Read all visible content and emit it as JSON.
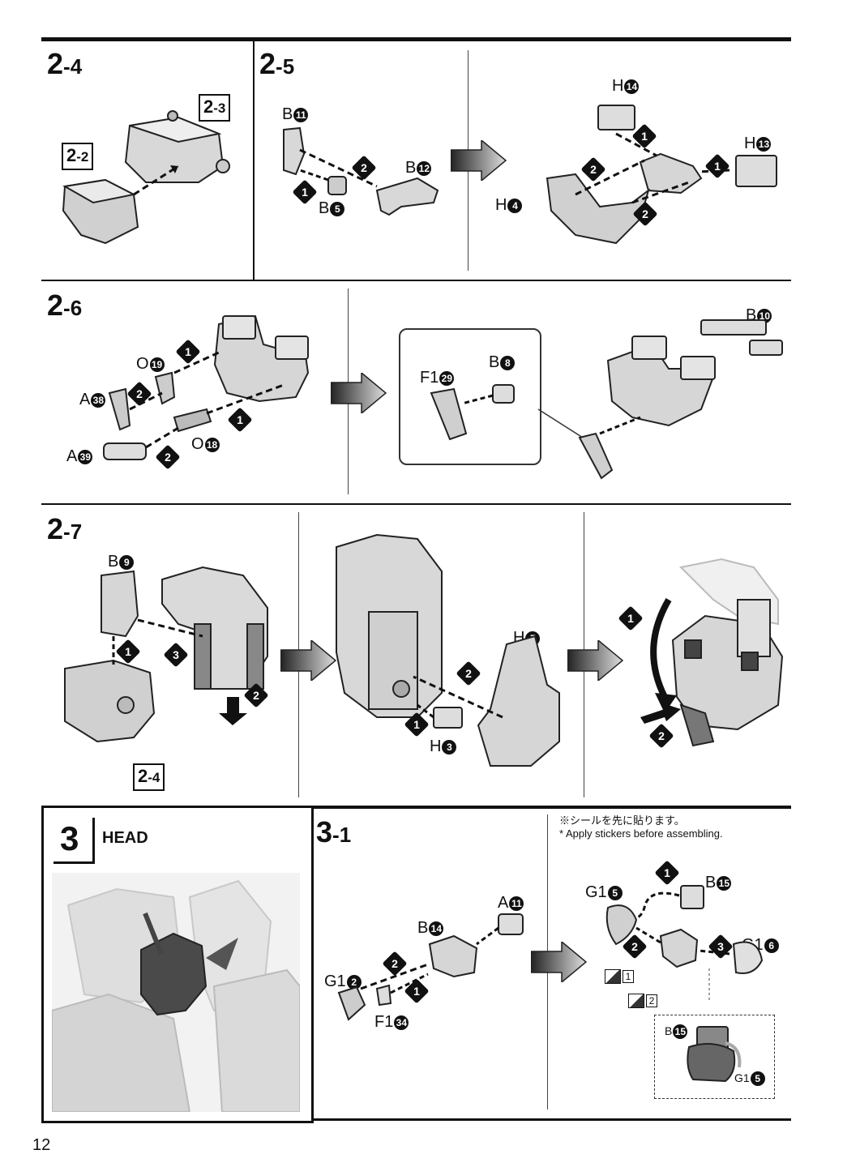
{
  "steps": {
    "s2_4": {
      "major": "2",
      "minor": "-4"
    },
    "s2_5": {
      "major": "2",
      "minor": "-5"
    },
    "s2_6": {
      "major": "2",
      "minor": "-6"
    },
    "s2_7": {
      "major": "2",
      "minor": "-7"
    },
    "s3": {
      "major": "3",
      "title": "HEAD"
    },
    "s3_1": {
      "major": "3",
      "minor": "-1"
    }
  },
  "refs": {
    "r2_3": {
      "major": "2",
      "minor": "-3"
    },
    "r2_2": {
      "major": "2",
      "minor": "-2"
    },
    "r2_4": {
      "major": "2",
      "minor": "-4"
    }
  },
  "parts": {
    "B11": {
      "letter": "B",
      "num": "11"
    },
    "B12": {
      "letter": "B",
      "num": "12"
    },
    "B5": {
      "letter": "B",
      "num": "5"
    },
    "H14": {
      "letter": "H",
      "num": "14"
    },
    "H13": {
      "letter": "H",
      "num": "13"
    },
    "H4": {
      "letter": "H",
      "num": "4"
    },
    "O19": {
      "letter": "O",
      "num": "19"
    },
    "A38": {
      "letter": "A",
      "num": "38"
    },
    "A39": {
      "letter": "A",
      "num": "39"
    },
    "O18": {
      "letter": "O",
      "num": "18"
    },
    "F129": {
      "letter": "F1",
      "num": "29"
    },
    "B8": {
      "letter": "B",
      "num": "8"
    },
    "B10": {
      "letter": "B",
      "num": "10"
    },
    "B9": {
      "letter": "B",
      "num": "9"
    },
    "H7": {
      "letter": "H",
      "num": "7"
    },
    "H3": {
      "letter": "H",
      "num": "3"
    },
    "A11": {
      "letter": "A",
      "num": "11"
    },
    "B14": {
      "letter": "B",
      "num": "14"
    },
    "G12": {
      "letter": "G1",
      "num": "2"
    },
    "F134": {
      "letter": "F1",
      "num": "34"
    },
    "G15": {
      "letter": "G1",
      "num": "5"
    },
    "B15": {
      "letter": "B",
      "num": "15"
    },
    "G16": {
      "letter": "G1",
      "num": "6"
    },
    "B15s": {
      "letter": "B",
      "num": "15"
    },
    "G15s": {
      "letter": "G1",
      "num": "5"
    }
  },
  "order": {
    "one": "1",
    "two": "2",
    "three": "3"
  },
  "stickers": {
    "s1": "1",
    "s2": "2"
  },
  "note": {
    "jp": "※シールを先に貼ります。",
    "en": "* Apply stickers before assembling."
  },
  "page_number": "12"
}
